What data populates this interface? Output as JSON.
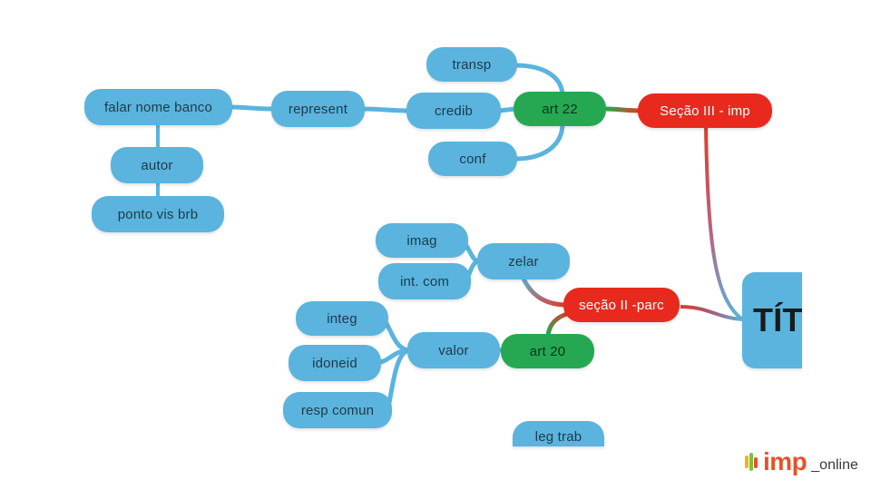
{
  "mindmap": {
    "root": {
      "label": "TÍT"
    },
    "nodes": {
      "secao3": "Seção III - imp",
      "art22": "art 22",
      "transp": "transp",
      "credib": "credib",
      "conf": "conf",
      "represent": "represent",
      "falar": "falar nome banco",
      "autor": "autor",
      "ponto": "ponto vis brb",
      "secao2": "seção II -parc",
      "zelar": "zelar",
      "imag": "imag",
      "intcom": "int. com",
      "art20": "art 20",
      "valor": "valor",
      "integ": "integ",
      "idoneid": "idoneid",
      "resp": "resp comun",
      "legtrab": "leg trab"
    }
  },
  "colors": {
    "topic": "#5ab4dd",
    "article": "#26a853",
    "section": "#e82a1e"
  },
  "logo": {
    "brand": "imp",
    "suffix": "_online"
  }
}
